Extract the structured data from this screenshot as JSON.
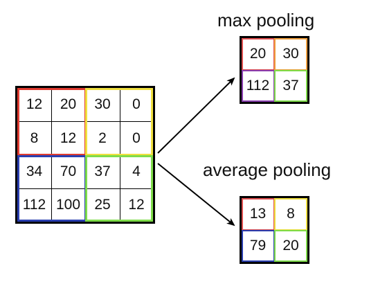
{
  "input_matrix": [
    [
      "12",
      "20",
      "30",
      "0"
    ],
    [
      "8",
      "12",
      "2",
      "0"
    ],
    [
      "34",
      "70",
      "37",
      "4"
    ],
    [
      "112",
      "100",
      "25",
      "12"
    ]
  ],
  "max_pooling": {
    "title": "max pooling",
    "values": [
      [
        "20",
        "30"
      ],
      [
        "112",
        "37"
      ]
    ]
  },
  "average_pooling": {
    "title": "average pooling",
    "values": [
      [
        "13",
        "8"
      ],
      [
        "79",
        "20"
      ]
    ]
  },
  "colors": {
    "top_left": "#e03c31",
    "top_right": "#f0e040",
    "bottom_left": "#2b3fb0",
    "bottom_right": "#7fdc4a",
    "max_top_left": "#e05050",
    "max_top_right": "#f0a040",
    "max_bottom_left": "#8a3fb0",
    "max_bottom_right": "#7fdc4a",
    "avg_top_left": "#e05050",
    "avg_top_right": "#f0e040",
    "avg_bottom_left": "#2b3fb0",
    "avg_bottom_right": "#7fdc4a"
  }
}
